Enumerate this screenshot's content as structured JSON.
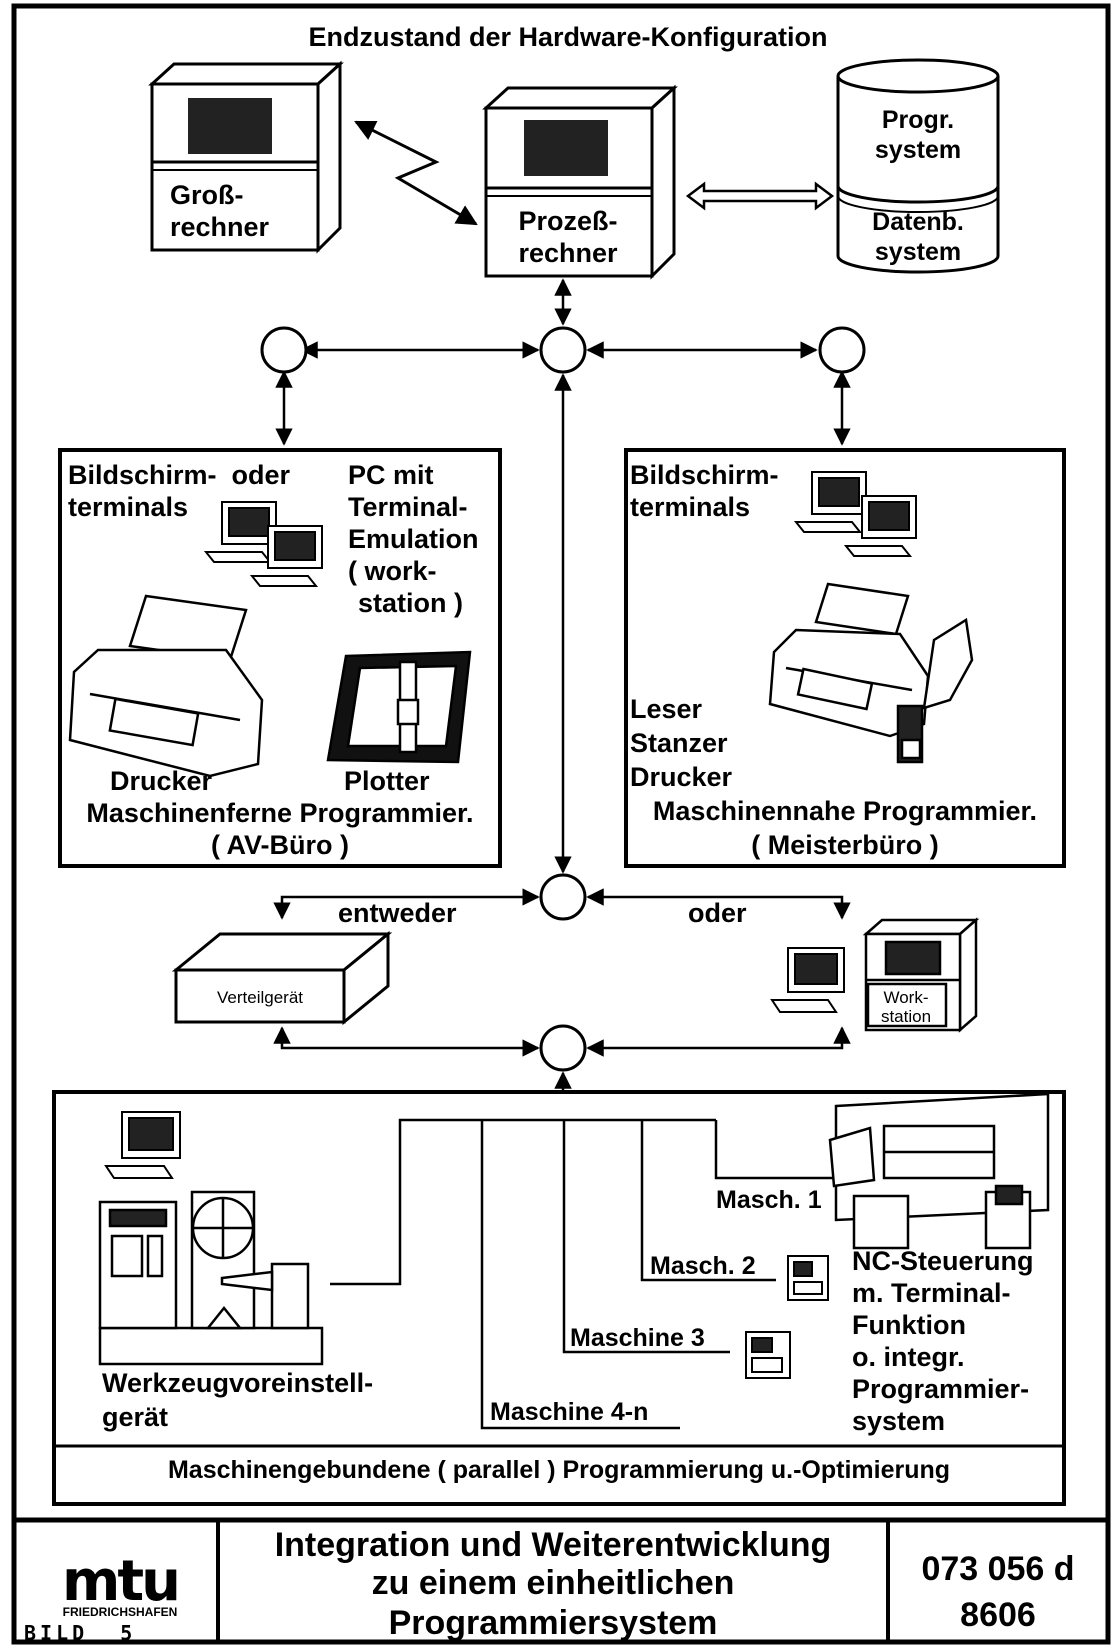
{
  "title": "Endzustand der Hardware-Konfiguration",
  "top": {
    "host": [
      "Groß-",
      "rechner"
    ],
    "process": [
      "Prozeß-",
      "rechner"
    ],
    "db_top": [
      "Progr.",
      "system"
    ],
    "db_bottom": [
      "Datenb.",
      "system"
    ]
  },
  "left_box": {
    "terminals": [
      "Bildschirm-  oder",
      "terminals"
    ],
    "pc": [
      "PC mit",
      "Terminal-",
      "Emulation",
      "( work-",
      "station )"
    ],
    "printer": "Drucker",
    "plotter": "Plotter",
    "caption": [
      "Maschinenferne Programmier.",
      "( AV-Büro )"
    ]
  },
  "right_box": {
    "terminals": [
      "Bildschirm-",
      "terminals"
    ],
    "devices": [
      "Leser",
      "Stanzer",
      "Drucker"
    ],
    "caption": [
      "Maschinennahe Programmier.",
      "( Meisterbüro )"
    ]
  },
  "middle": {
    "either": "entweder",
    "or": "oder",
    "distributor": "Verteilgerät",
    "workstation": [
      "Work-",
      "station"
    ]
  },
  "bottom_box": {
    "tool_presetter": [
      "Werkzeugvoreinstell-",
      "gerät"
    ],
    "machines": [
      "Masch. 1",
      "Masch. 2",
      "Maschine 3",
      "Maschine 4-n"
    ],
    "nc_control": [
      "NC-Steuerung",
      "m. Terminal-",
      "Funktion",
      "o. integr.",
      "Programmier-",
      "system"
    ],
    "caption": "Maschinengebundene ( parallel ) Programmierung u.-Optimierung"
  },
  "footer": {
    "logo": "mtu",
    "logo_sub": "FRIEDRICHSHAFEN",
    "figure": "BILD  5",
    "heading": [
      "Integration und Weiterentwicklung",
      "zu einem einheitlichen",
      "Programmiersystem"
    ],
    "doc_number": "073 056 d",
    "doc_date": "8606"
  }
}
